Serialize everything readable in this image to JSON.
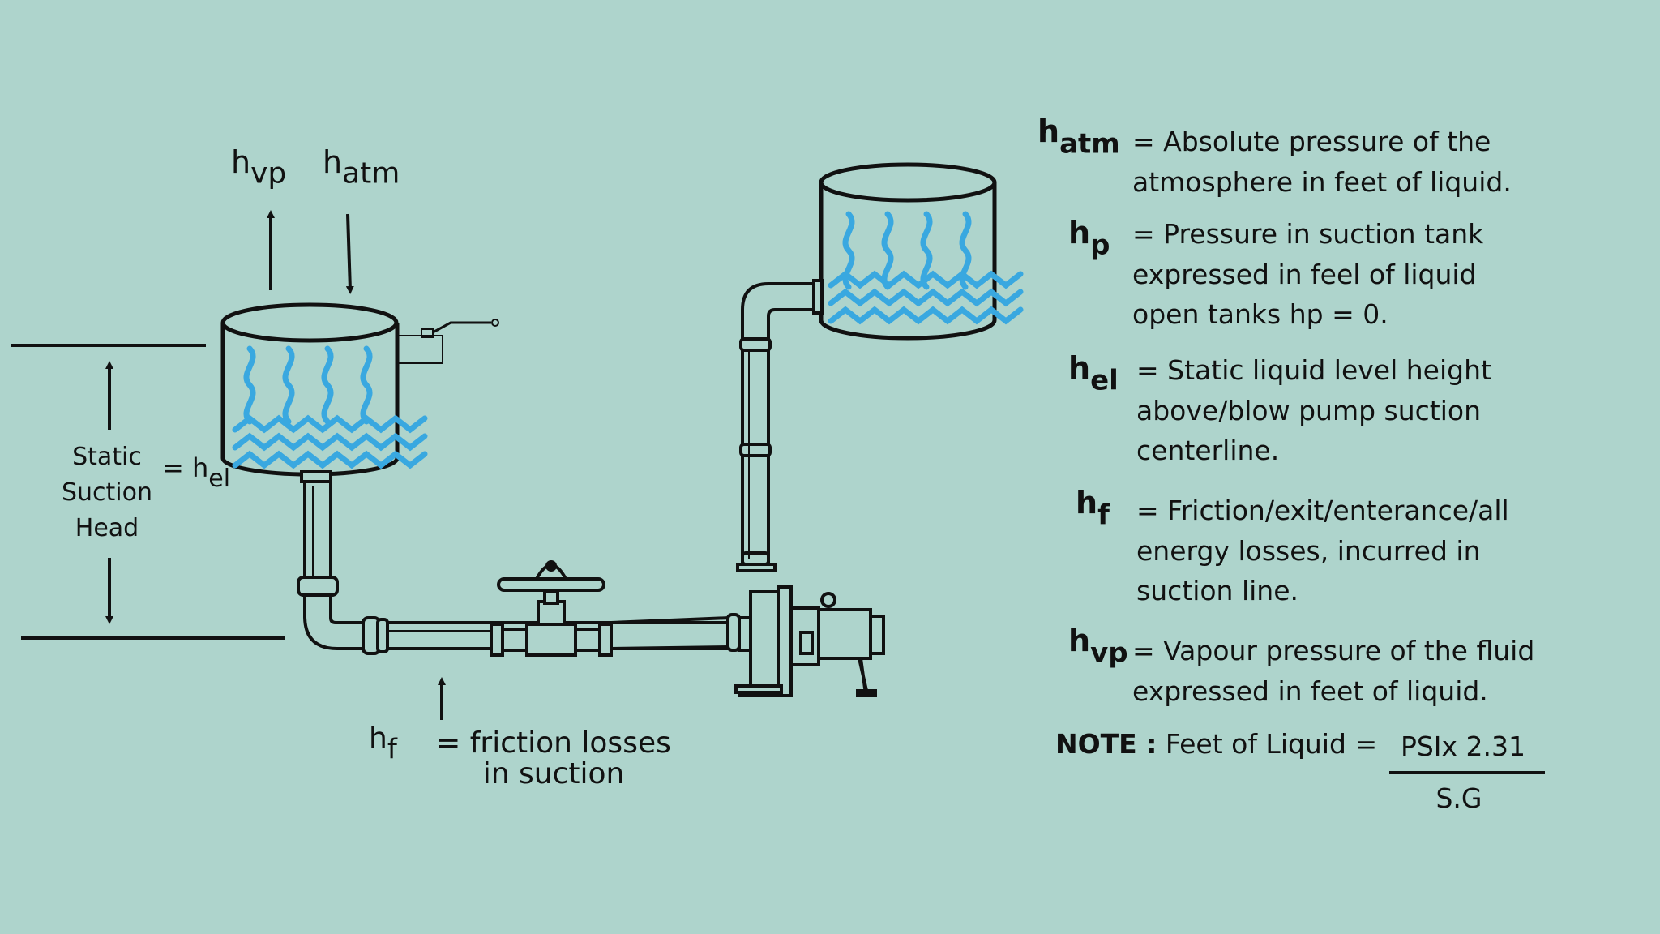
{
  "diagram": {
    "hvp": {
      "base": "h",
      "sub": "vp"
    },
    "hatm": {
      "base": "h",
      "sub": "atm"
    },
    "static_head": {
      "lines": [
        "Static",
        "Suction",
        "Head"
      ],
      "eq": "= h",
      "sub": "el"
    },
    "friction": {
      "base": "h",
      "sub": "f",
      "text": [
        "= friction losses",
        "in suction"
      ]
    }
  },
  "definitions": [
    {
      "base": "h",
      "sub": "atm",
      "lines": [
        "= Absolute pressure of the",
        "atmosphere in feet of liquid."
      ]
    },
    {
      "base": "h",
      "sub": "p",
      "lines": [
        "= Pressure in suction tank",
        "expressed in feel of liquid",
        "open tanks hp = 0."
      ]
    },
    {
      "base": "h",
      "sub": "el",
      "lines": [
        "= Static liquid level height",
        "above/blow pump suction",
        "centerline."
      ]
    },
    {
      "base": "h",
      "sub": "f",
      "lines": [
        "= Friction/exit/enterance/all",
        "energy losses, incurred in",
        "suction line."
      ]
    },
    {
      "base": "h",
      "sub": "vp",
      "lines": [
        "= Vapour pressure of the fluid",
        "expressed in feet of liquid."
      ]
    }
  ],
  "note": {
    "label": "NOTE :",
    "text": "Feet of Liquid =",
    "numerator": "PSIx 2.31",
    "denominator": "S.G"
  },
  "colors": {
    "background": "#aed4cc",
    "water": "#39a8e0",
    "ink": "#111111"
  }
}
